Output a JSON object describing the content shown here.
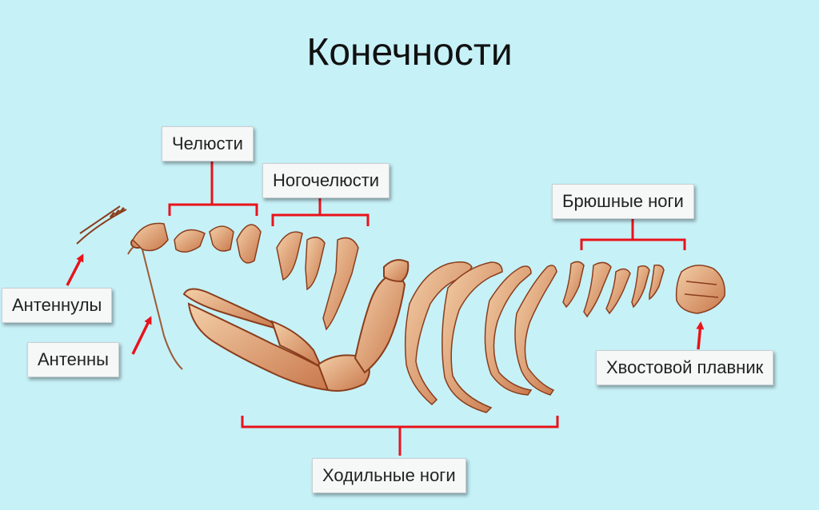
{
  "title": "Конечности",
  "labels": {
    "jaws": "Челюсти",
    "maxillipeds": "Ногочелюсти",
    "swimmerets": "Брюшные ноги",
    "antennules": "Антеннулы",
    "antennae": "Антенны",
    "tail_fan": "Хвостовой плавник",
    "walking_legs": "Ходильные ноги"
  },
  "colors": {
    "background": "#c6f1f7",
    "bracket": "#e8131b",
    "limb_fill": "#e8b48a",
    "limb_stroke": "#8a3d1c"
  }
}
